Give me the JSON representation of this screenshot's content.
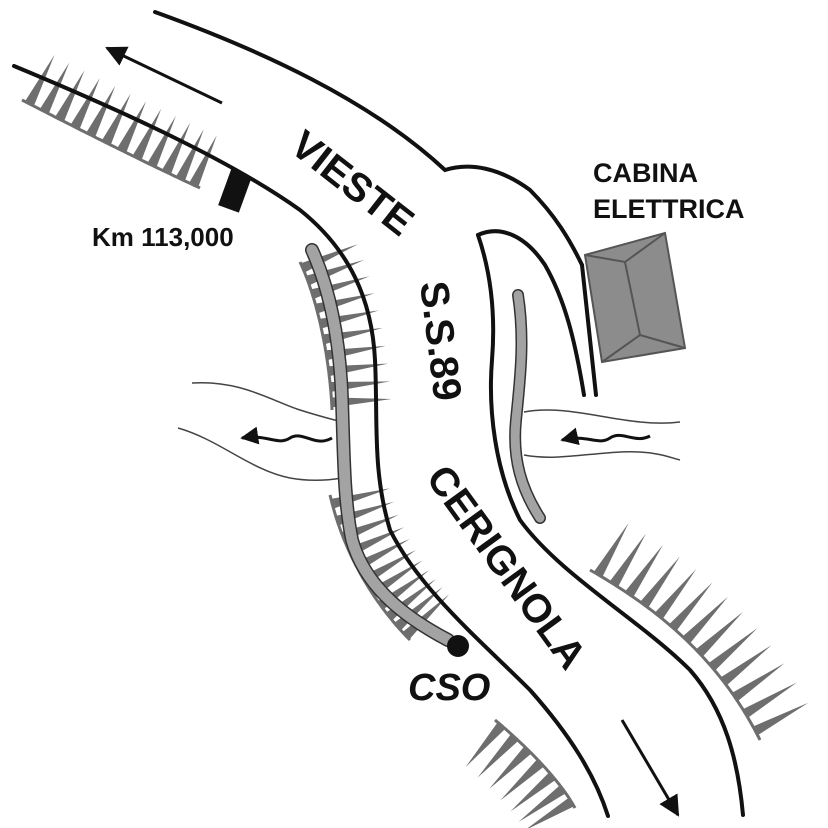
{
  "labels": {
    "road_direction_north": "VIESTE",
    "road_name": "S.S.89",
    "road_direction_south": "CERIGNOLA",
    "kilometre_marker": "Km 113,000",
    "cabin_line_1": "CABINA",
    "cabin_line_2": "ELETTRICA",
    "site_code": "CSO"
  },
  "colors": {
    "background": "#ffffff",
    "road_edge": "#111111",
    "embankment_hatch": "#6e6e6e",
    "drain_fill": "#a3a3a3",
    "building_fill": "#8c8c8c",
    "building_edge": "#555555"
  }
}
